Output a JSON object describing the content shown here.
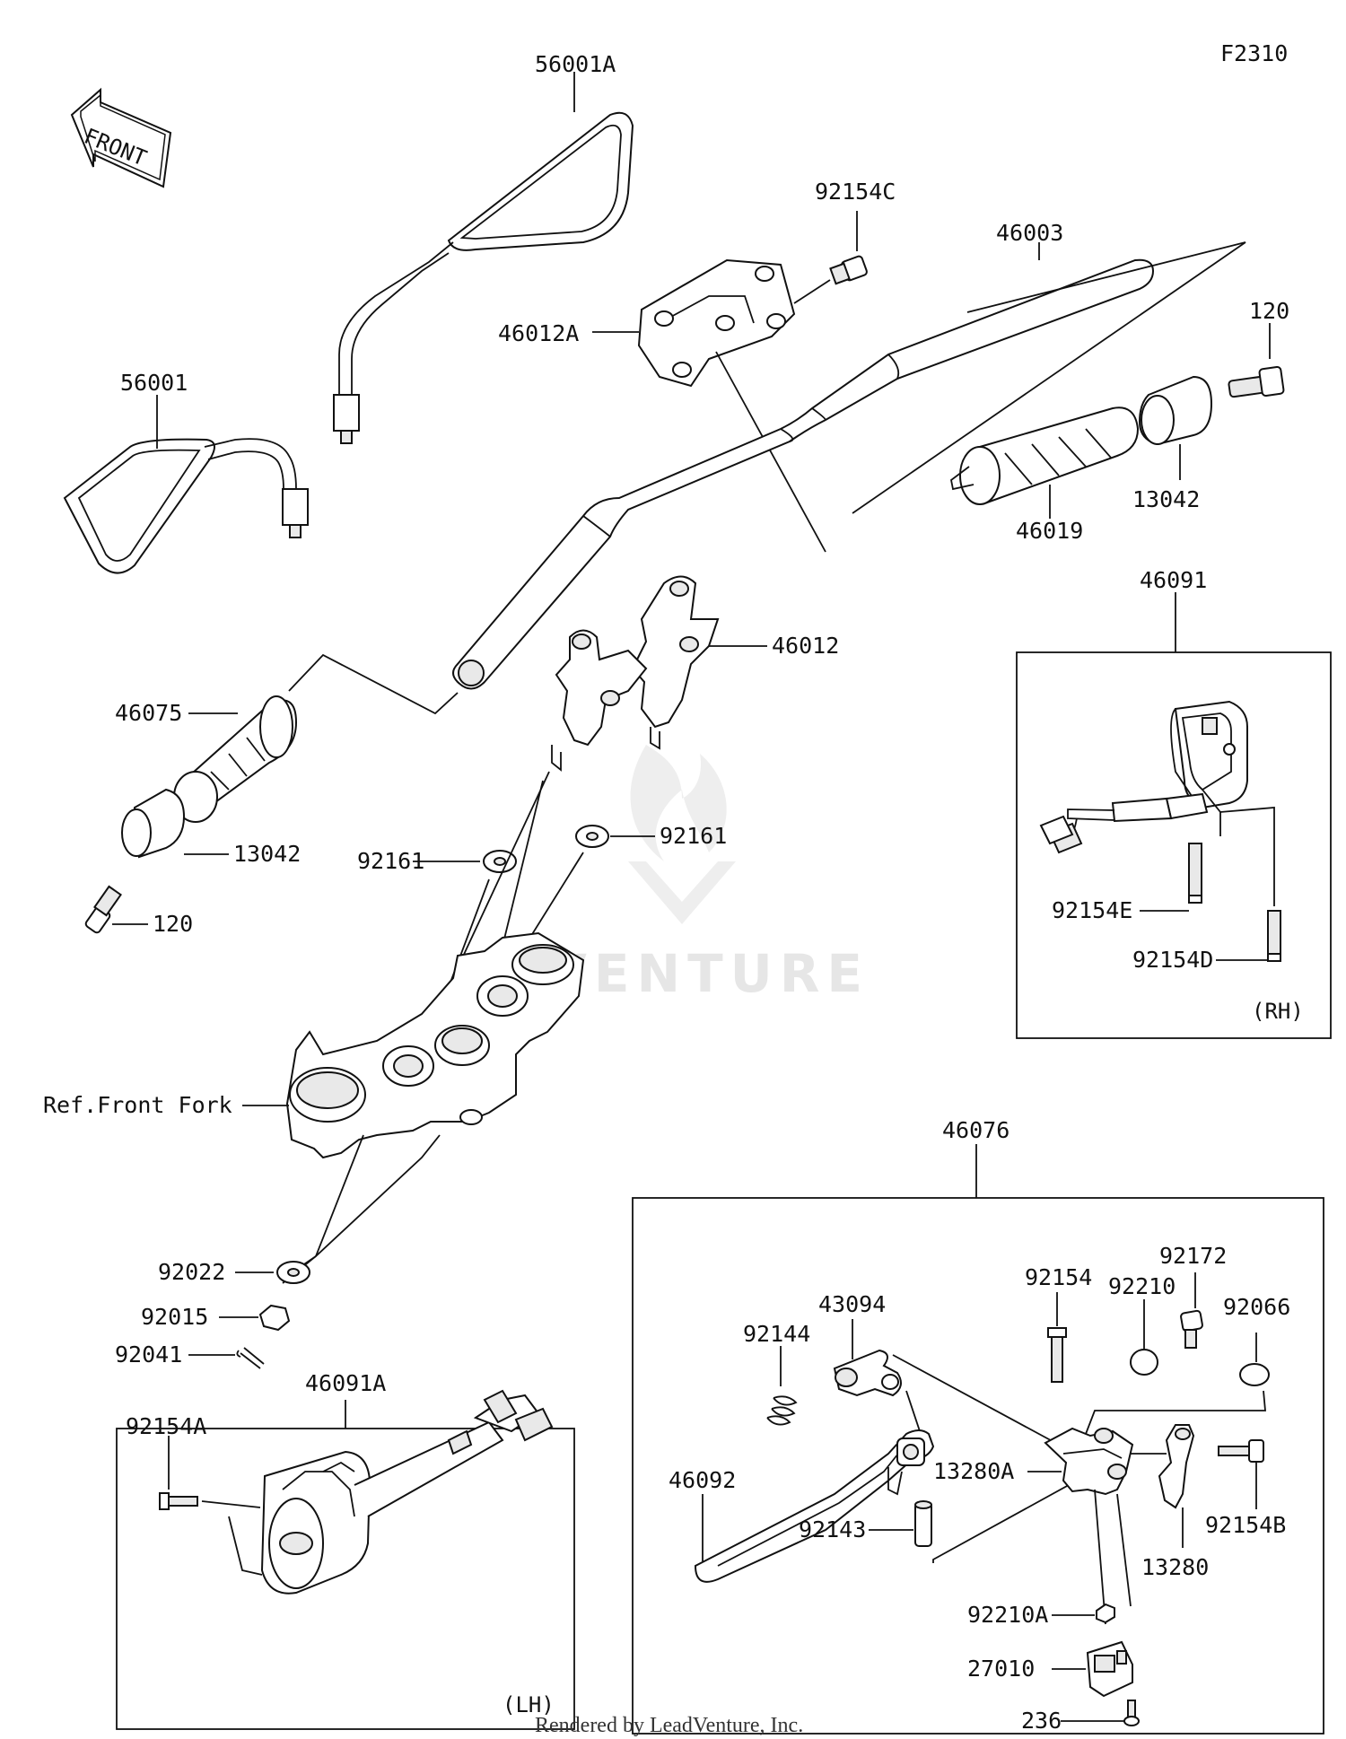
{
  "figure_code": "F2310",
  "front_arrow": "FRONT",
  "watermark": "ADVENTURE",
  "footer": "Rendered by LeadVenture, Inc.",
  "labels": {
    "p56001A": "56001A",
    "p56001": "56001",
    "p92154C": "92154C",
    "p46003": "46003",
    "p46012A": "46012A",
    "p120_top": "120",
    "p13042_right": "13042",
    "p46019": "46019",
    "p46012": "46012",
    "p46075": "46075",
    "p13042_left": "13042",
    "p120_left": "120",
    "p92161_left": "92161",
    "p92161_right": "92161",
    "p46091": "46091",
    "p92154E": "92154E",
    "p92154D": "92154D",
    "rh": "(RH)",
    "ref_front_fork": "Ref.Front Fork",
    "p46076": "46076",
    "p92022": "92022",
    "p92015": "92015",
    "p92041": "92041",
    "p46091A": "46091A",
    "p92154A": "92154A",
    "lh": "(LH)",
    "p92154": "92154",
    "p92172": "92172",
    "p43094": "43094",
    "p92210": "92210",
    "p92066": "92066",
    "p92144": "92144",
    "p46092": "46092",
    "p13280A": "13280A",
    "p92154B": "92154B",
    "p92143": "92143",
    "p13280": "13280",
    "p92210A": "92210A",
    "p27010": "27010",
    "p236": "236"
  }
}
